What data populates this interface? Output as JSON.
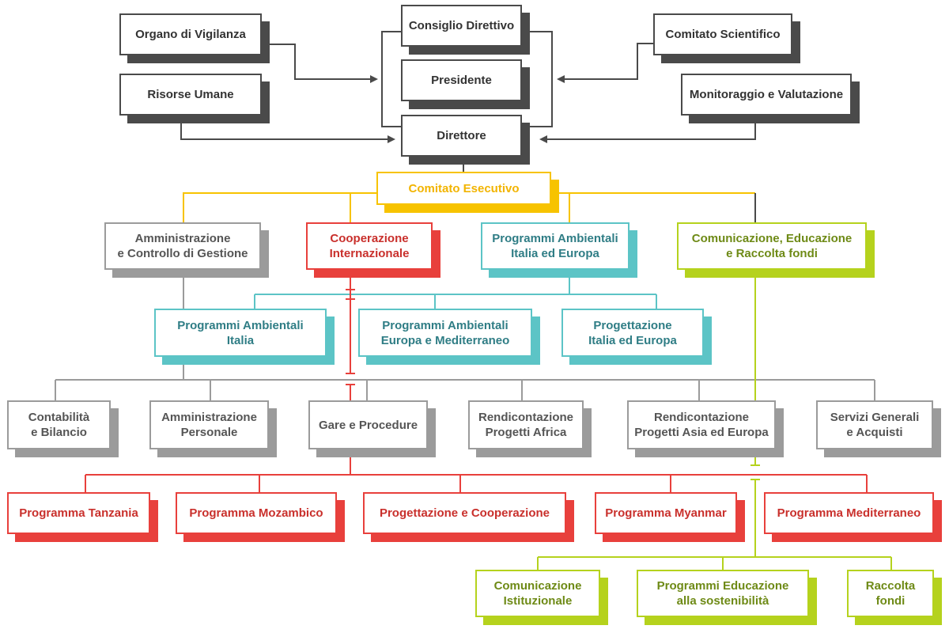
{
  "colors": {
    "dark": "#4a4a4a",
    "gray": "#9b9b9b",
    "red": "#e8403c",
    "teal": "#5cc4c6",
    "green": "#b5d21d",
    "yellow": "#f7c300"
  },
  "nodes": {
    "organo_vigilanza": "Organo di Vigilanza",
    "risorse_umane": "Risorse Umane",
    "consiglio_direttivo": "Consiglio Direttivo",
    "presidente": "Presidente",
    "direttore": "Direttore",
    "comitato_scientifico": "Comitato Scientifico",
    "monitoraggio_valutazione": "Monitoraggio e Valutazione",
    "comitato_esecutivo": "Comitato Esecutivo",
    "amministrazione_controllo": "Amministrazione\ne Controllo di Gestione",
    "cooperazione_internazionale": "Cooperazione\nInternazionale",
    "programmi_ambientali_ie": "Programmi Ambientali\nItalia ed Europa",
    "comunicazione_educazione": "Comunicazione, Educazione\ne Raccolta fondi",
    "programmi_ambientali_italia": "Programmi Ambientali\nItalia",
    "programmi_ambientali_em": "Programmi Ambientali\nEuropa e Mediterraneo",
    "progettazione_ie": "Progettazione\nItalia ed Europa",
    "contabilita_bilancio": "Contabilità\ne Bilancio",
    "amministrazione_personale": "Amministrazione\nPersonale",
    "gare_procedure": "Gare e Procedure",
    "rendicontazione_africa": "Rendicontazione\nProgetti Africa",
    "rendicontazione_asia_europa": "Rendicontazione\nProgetti Asia ed Europa",
    "servizi_generali": "Servizi Generali\ne Acquisti",
    "programma_tanzania": "Programma Tanzania",
    "programma_mozambico": "Programma Mozambico",
    "progettazione_cooperazione": "Progettazione e Cooperazione",
    "programma_myanmar": "Programma Myanmar",
    "programma_mediterraneo": "Programma Mediterraneo",
    "comunicazione_istituzionale": "Comunicazione\nIstituzionale",
    "programmi_educazione": "Programmi Educazione\nalla sostenibilità",
    "raccolta_fondi": "Raccolta\nfondi"
  }
}
